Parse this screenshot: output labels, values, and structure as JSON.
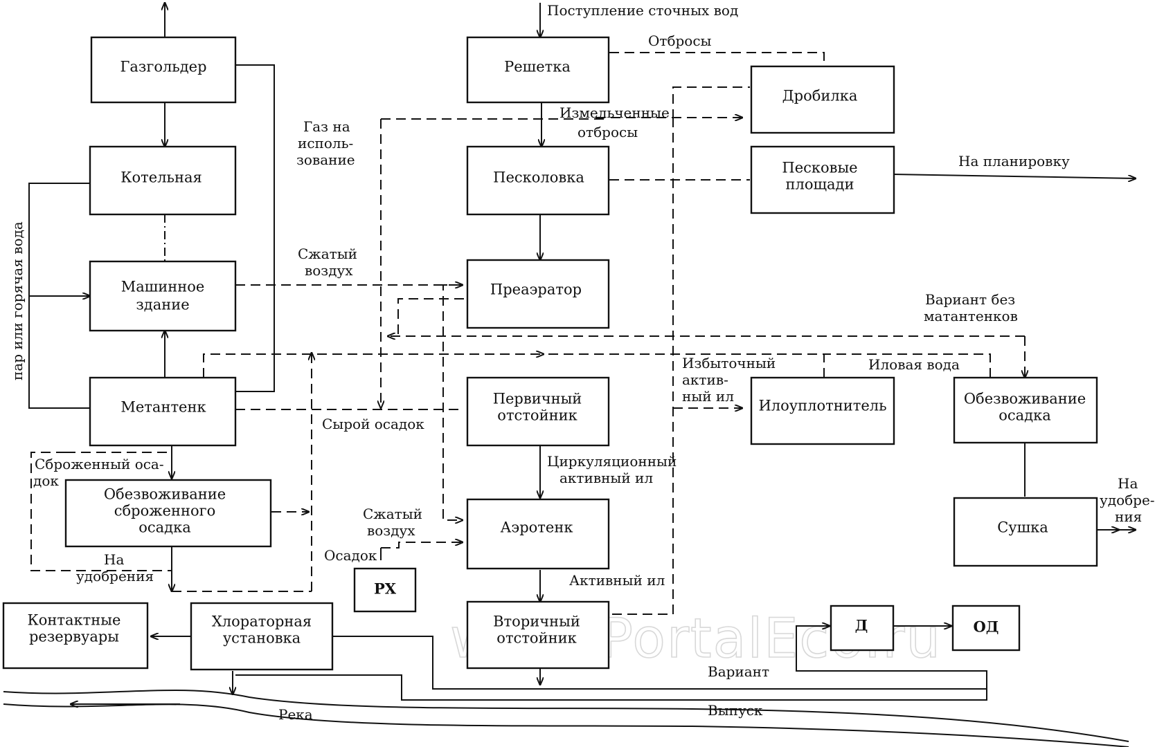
{
  "boxes": {
    "gasholder": [
      "Газгольдер"
    ],
    "boiler": [
      "Котельная"
    ],
    "machine": [
      "Машинное",
      "здание"
    ],
    "digester": [
      "Метантенк"
    ],
    "dewater_digested": [
      "Обезвоживание",
      "сброженного",
      "осадка"
    ],
    "contact_tanks": [
      "Контактные",
      "резервуары"
    ],
    "chlorinator": [
      "Хлораторная",
      "установка"
    ],
    "rx": [
      "РХ"
    ],
    "screen": [
      "Решетка"
    ],
    "grit": [
      "Песколовка"
    ],
    "preaerator": [
      "Преаэратор"
    ],
    "primary": [
      "Первичный",
      "отстойник"
    ],
    "aerotank": [
      "Аэротенк"
    ],
    "secondary": [
      "Вторичный",
      "отстойник"
    ],
    "crusher": [
      "Дробилка"
    ],
    "sand_beds": [
      "Песковые",
      "площади"
    ],
    "thickener": [
      "Илоуплотнитель"
    ],
    "dewater": [
      "Обезвоживание",
      "осадка"
    ],
    "drying": [
      "Сушка"
    ],
    "d": [
      "Д"
    ],
    "od": [
      "ОД"
    ]
  },
  "labels": {
    "inflow": "Поступление сточных вод",
    "screenings": "Отбросы",
    "crushed_1": "Измельченные",
    "crushed_2": "отбросы",
    "gas_use_1": "Газ на",
    "gas_use_2": "исполь-",
    "gas_use_3": "зование",
    "steam": "пар или горячая вода",
    "comp_air1_1": "Сжатый",
    "comp_air1_2": "воздух",
    "comp_air2_1": "Сжатый",
    "comp_air2_2": "воздух",
    "raw_sludge": "Сырой осадок",
    "digested_1": "Сброженный оса-",
    "digested_2": "док",
    "fert_left_1": "На",
    "fert_left_2": "удобрения",
    "sediment": "Осадок",
    "circ_1": "Циркуляционный",
    "circ_2": "активный ил",
    "activated": "Активный ил",
    "excess_1": "Избыточный",
    "excess_2": "актив-",
    "excess_3": "ный ил",
    "sludge_water": "Иловая вода",
    "no_digester_1": "Вариант без",
    "no_digester_2": "матантенков",
    "to_grading": "На планировку",
    "fert_right_1": "На",
    "fert_right_2": "удобре-",
    "fert_right_3": "ния",
    "variant": "Вариант",
    "outlet": "Выпуск",
    "river": "Река"
  },
  "watermark": "www.PortalEco.ru"
}
